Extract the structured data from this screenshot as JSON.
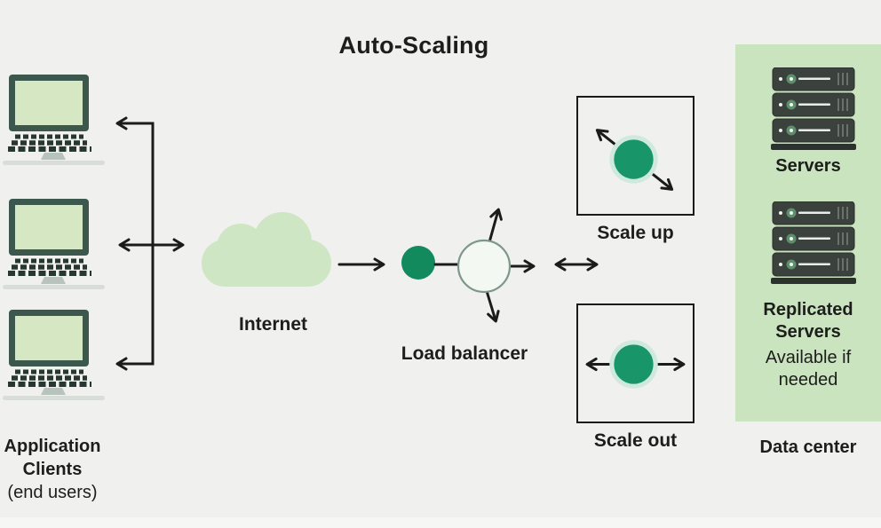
{
  "title": "Auto-Scaling",
  "colors": {
    "background": "#f0f0ee",
    "accent_green": "#13895e",
    "node_green": "#18966a",
    "node_halo": "#cfeadd",
    "cloud_green": "#cfe6c4",
    "datacenter_green": "#c9e4bf",
    "laptop_frame": "#3c574d",
    "laptop_screen": "#d5e8c3",
    "line_black": "#1b1b1b"
  },
  "clients": {
    "label": "Application Clients",
    "sublabel": "(end users)",
    "count": 3,
    "icon": "laptop-icon"
  },
  "internet": {
    "label": "Internet",
    "icon": "cloud-icon"
  },
  "load_balancer": {
    "label": "Load balancer",
    "icon": "load-balancer-node-icon"
  },
  "scale_up": {
    "label": "Scale up",
    "icon": "diagonal-resize-node-icon"
  },
  "scale_out": {
    "label": "Scale out",
    "icon": "horizontal-resize-node-icon"
  },
  "data_center": {
    "label": "Data center",
    "servers_label": "Servers",
    "replicated_label": "Replicated Servers",
    "replicated_note": "Available if needed",
    "icon": "server-stack-icon"
  }
}
